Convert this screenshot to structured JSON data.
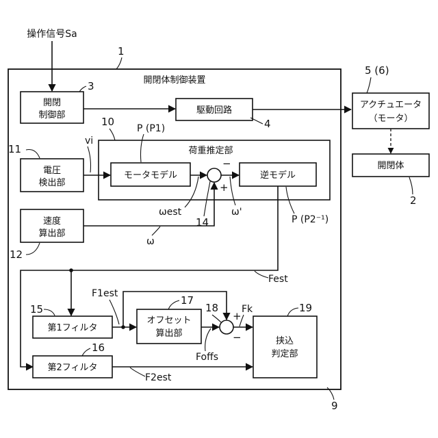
{
  "signals": {
    "operation": "操作信号Sa",
    "vi": "vi",
    "omega": "ω",
    "omega_est": "ωest",
    "omega_prime": "ω'",
    "f1est": "F1est",
    "f2est": "F2est",
    "fest": "Fest",
    "foffs": "Foffs",
    "fk": "Fk",
    "p_p1": "P (P1)",
    "p_p2inv": "P (P2⁻¹)"
  },
  "blocks": {
    "device_title": "開閉体制御装置",
    "control_line1": "開閉",
    "control_line2": "制御部",
    "drive": "駆動回路",
    "load_est_title": "荷重推定部",
    "motor_model": "モータモデル",
    "inverse_model": "逆モデル",
    "voltage_line1": "電圧",
    "voltage_line2": "検出部",
    "speed_line1": "速度",
    "speed_line2": "算出部",
    "filter1": "第1フィルタ",
    "filter2": "第2フィルタ",
    "offset_line1": "オフセット",
    "offset_line2": "算出部",
    "pinch_line1": "挟込",
    "pinch_line2": "判定部",
    "actuator_line1": "アクチュエータ",
    "actuator_line2": "（モータ）",
    "opening_body": "開閉体"
  },
  "signs": {
    "minus": "−",
    "plus": "+"
  },
  "refs": {
    "r1": "1",
    "r2": "2",
    "r3": "3",
    "r4": "4",
    "r5": "5 (6)",
    "r9": "9",
    "r10": "10",
    "r11": "11",
    "r12": "12",
    "r14": "14",
    "r15": "15",
    "r16": "16",
    "r17": "17",
    "r18": "18",
    "r19": "19"
  }
}
